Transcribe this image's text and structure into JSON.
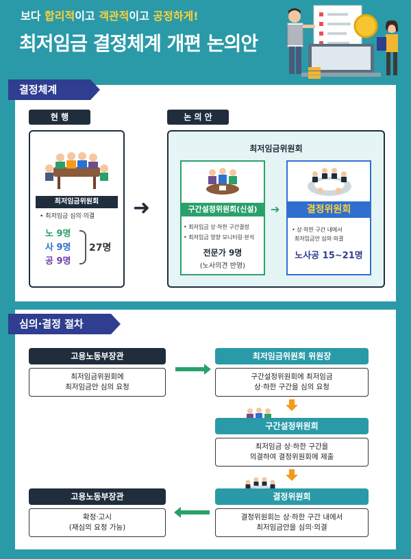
{
  "header": {
    "subtitle_parts": [
      "보다 ",
      "합리적",
      "이고 ",
      "객관적",
      "이고 ",
      "공정하게",
      "!"
    ],
    "title": "최저임금 결정체계 개편 논의안"
  },
  "section1": {
    "tab": "결정체계",
    "current": {
      "chip": "현 행",
      "committee": "최저임금위원회",
      "note": "• 최저임금 심의·의결",
      "labor": "노 9명",
      "employer": "사 9명",
      "public": "공 9명",
      "total": "27명"
    },
    "proposal": {
      "chip": "논 의 안",
      "title": "최저임금위원회",
      "range": {
        "title": "구간설정위원회(신설)",
        "bullet1": "• 최저임금 상·하한 구간결정",
        "bullet2": "• 최저임금 영향 모니터링·분석",
        "experts": "전문가 9명",
        "experts_note": "(노사의견 반영)"
      },
      "decide": {
        "title": "결정위원회",
        "bullet1": "• 상·하한 구간 내에서",
        "bullet2": "최저임금안 심의·의결",
        "count": "노사공 15~21명"
      }
    }
  },
  "section2": {
    "tab": "심의·결정 절차",
    "step1": {
      "header": "고용노동부장관",
      "line1": "최저임금위원회에",
      "line2": "최저임금안 심의 요청"
    },
    "step2": {
      "header": "최저임금위원회 위원장",
      "line1": "구간설정위원회에 최저임금",
      "line2": "상·하한 구간을 심의 요청"
    },
    "step3": {
      "header": "구간설정위원회",
      "line1": "최저임금 상·하한 구간을",
      "line2": "의결하여 결정위원회에 제출"
    },
    "step4": {
      "header": "결정위원회",
      "line1": "결정위원회는 상·하한 구간 내에서",
      "line2": "최저임금안을 심의·의결"
    },
    "step5": {
      "header": "고용노동부장관",
      "line1": "확정·고시",
      "line2": "(재심의 요청 가능)"
    }
  },
  "colors": {
    "background": "#2a9aa8",
    "navy": "#1f2d3d",
    "tab_blue": "#2f3e90",
    "green": "#2aa06a",
    "blue": "#2f6fcf",
    "yellow": "#ffd23a",
    "orange": "#f59a1e"
  }
}
